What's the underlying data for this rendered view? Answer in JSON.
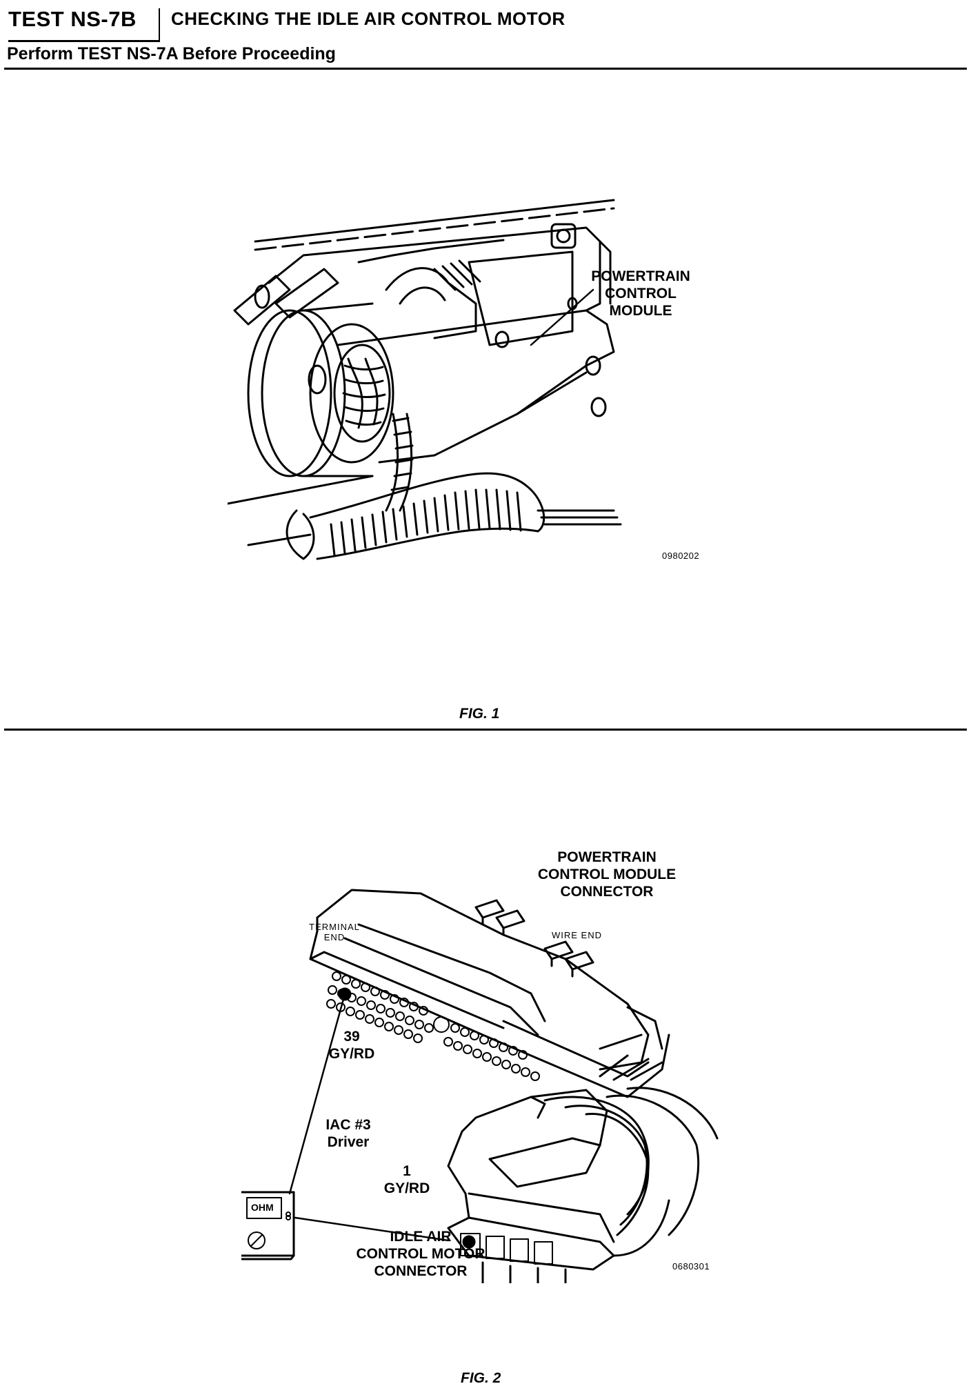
{
  "header": {
    "test_id": "TEST NS-7B",
    "title": "CHECKING THE IDLE AIR CONTROL MOTOR",
    "subtitle": "Perform TEST NS-7A Before Proceeding"
  },
  "figure1": {
    "caption": "FIG. 1",
    "label_line1": "POWERTRAIN",
    "label_line2": "CONTROL",
    "label_line3": "MODULE",
    "code": "0980202"
  },
  "figure2": {
    "caption": "FIG. 2",
    "pcm_line1": "POWERTRAIN",
    "pcm_line2": "CONTROL MODULE",
    "pcm_line3": "CONNECTOR",
    "terminal_end_line1": "TERMINAL",
    "terminal_end_line2": "END",
    "wire_end": "WIRE END",
    "pin39_number": "39",
    "pin39_color": "GY/RD",
    "iac_line1": "IAC #3",
    "iac_line2": "Driver",
    "pin1_number": "1",
    "pin1_color": "GY/RD",
    "iac_conn_line1": "IDLE AIR",
    "iac_conn_line2": "CONTROL MOTOR",
    "iac_conn_line3": "CONNECTOR",
    "meter_display": "OHM",
    "code": "0680301"
  }
}
